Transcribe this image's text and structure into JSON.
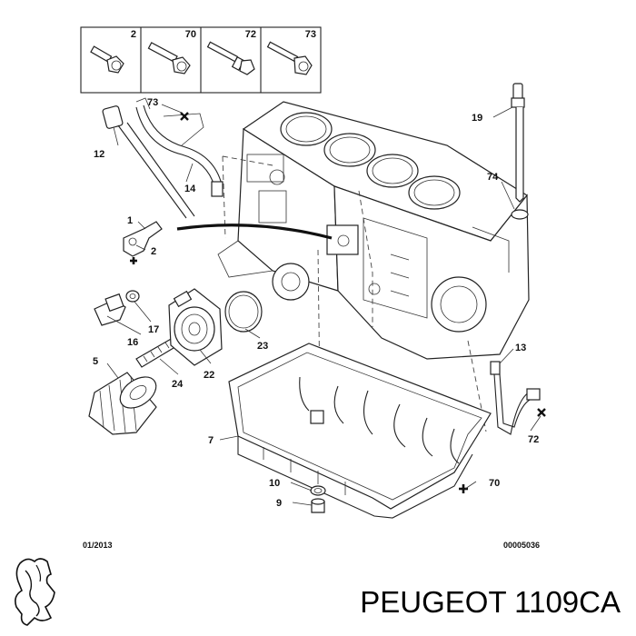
{
  "bolt_table": [
    "2",
    "70",
    "72",
    "73"
  ],
  "callouts": {
    "p1": "1",
    "p2": "2",
    "p5": "5",
    "p7": "7",
    "p9": "9",
    "p10": "10",
    "p12": "12",
    "p13": "13",
    "p14": "14",
    "p16": "16",
    "p17": "17",
    "p19": "19",
    "p22": "22",
    "p23": "23",
    "p24": "24",
    "p70": "70",
    "p72": "72",
    "p73": "73",
    "p74": "74"
  },
  "footer": {
    "date": "01/2013",
    "diagram_code": "00005036"
  },
  "brand_text": "PEUGEOT 1109CA"
}
